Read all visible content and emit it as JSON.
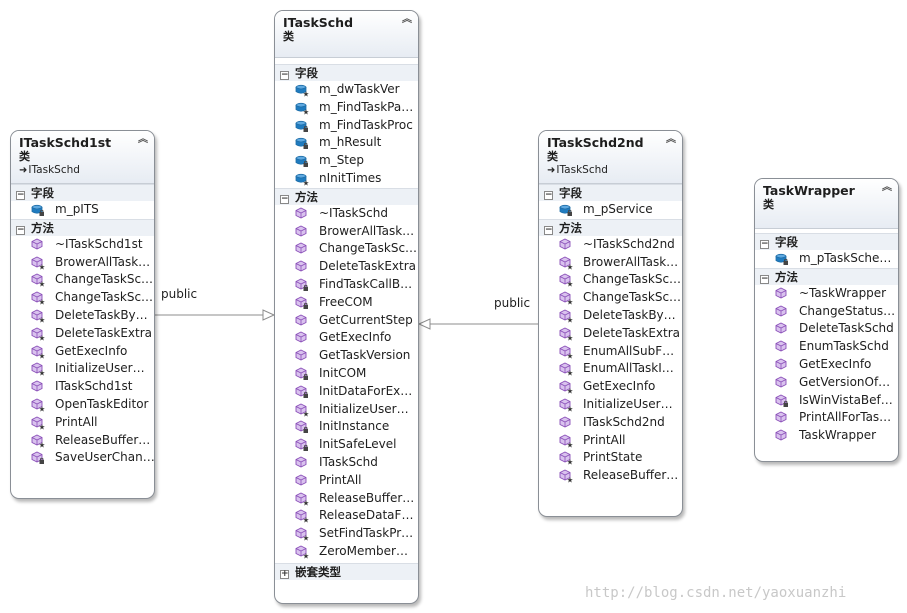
{
  "colors": {
    "border": "#8a8f96",
    "header_bg": "#e7ecf3",
    "field_icon": "#1f7bbf",
    "method_icon": "#9a5fc4",
    "edge": "#8c8c8c"
  },
  "classes": [
    {
      "name": "ITaskSchd1st",
      "kind": "类",
      "base": "ITaskSchd",
      "sections": [
        {
          "label": "字段",
          "items": [
            {
              "text": "m_pITS",
              "icon": "field-private"
            }
          ]
        },
        {
          "label": "方法",
          "items": [
            {
              "text": "~ITaskSchd1st",
              "icon": "method"
            },
            {
              "text": "BrowerAllTask…",
              "icon": "method-protected"
            },
            {
              "text": "ChangeTaskSc…",
              "icon": "method-protected"
            },
            {
              "text": "ChangeTaskSc…",
              "icon": "method-protected"
            },
            {
              "text": "DeleteTaskBy…",
              "icon": "method-protected"
            },
            {
              "text": "DeleteTaskExtra",
              "icon": "method-protected"
            },
            {
              "text": "GetExecInfo",
              "icon": "method-protected"
            },
            {
              "text": "InitializeUser…",
              "icon": "method-protected"
            },
            {
              "text": "ITaskSchd1st",
              "icon": "method"
            },
            {
              "text": "OpenTaskEditor",
              "icon": "method-protected"
            },
            {
              "text": "PrintAll",
              "icon": "method-protected"
            },
            {
              "text": "ReleaseBuffer…",
              "icon": "method-protected"
            },
            {
              "text": "SaveUserChan…",
              "icon": "method-private"
            }
          ]
        }
      ]
    },
    {
      "name": "ITaskSchd",
      "kind": "类",
      "base": "",
      "sections": [
        {
          "label": "字段",
          "items": [
            {
              "text": "m_dwTaskVer",
              "icon": "field-protected"
            },
            {
              "text": "m_FindTaskPa…",
              "icon": "field-protected"
            },
            {
              "text": "m_FindTaskProc",
              "icon": "field-private"
            },
            {
              "text": "m_hResult",
              "icon": "field-private"
            },
            {
              "text": "m_Step",
              "icon": "field-private"
            },
            {
              "text": "nInitTimes",
              "icon": "field-protected"
            }
          ]
        },
        {
          "label": "方法",
          "items": [
            {
              "text": "~ITaskSchd",
              "icon": "method"
            },
            {
              "text": "BrowerAllTask…",
              "icon": "method"
            },
            {
              "text": "ChangeTaskSc…",
              "icon": "method"
            },
            {
              "text": "DeleteTaskExtra",
              "icon": "method"
            },
            {
              "text": "FindTaskCallB…",
              "icon": "method-private"
            },
            {
              "text": "FreeCOM",
              "icon": "method-private"
            },
            {
              "text": "GetCurrentStep",
              "icon": "method"
            },
            {
              "text": "GetExecInfo",
              "icon": "method"
            },
            {
              "text": "GetTaskVersion",
              "icon": "method"
            },
            {
              "text": "InitCOM",
              "icon": "method-private"
            },
            {
              "text": "InitDataForEx…",
              "icon": "method-private"
            },
            {
              "text": "InitializeUser…",
              "icon": "method-protected"
            },
            {
              "text": "InitInstance",
              "icon": "method-private"
            },
            {
              "text": "InitSafeLevel",
              "icon": "method-private"
            },
            {
              "text": "ITaskSchd",
              "icon": "method"
            },
            {
              "text": "PrintAll",
              "icon": "method"
            },
            {
              "text": "ReleaseBuffer…",
              "icon": "method-protected"
            },
            {
              "text": "ReleaseDataF…",
              "icon": "method-protected"
            },
            {
              "text": "SetFindTaskPr…",
              "icon": "method-protected"
            },
            {
              "text": "ZeroMember…",
              "icon": "method-protected"
            }
          ]
        }
      ],
      "nested_label": "嵌套类型"
    },
    {
      "name": "ITaskSchd2nd",
      "kind": "类",
      "base": "ITaskSchd",
      "sections": [
        {
          "label": "字段",
          "items": [
            {
              "text": "m_pService",
              "icon": "field-private"
            }
          ]
        },
        {
          "label": "方法",
          "items": [
            {
              "text": "~ITaskSchd2nd",
              "icon": "method"
            },
            {
              "text": "BrowerAllTask…",
              "icon": "method-protected"
            },
            {
              "text": "ChangeTaskSc…",
              "icon": "method-protected"
            },
            {
              "text": "ChangeTaskSc…",
              "icon": "method-protected"
            },
            {
              "text": "DeleteTaskBy…",
              "icon": "method-protected"
            },
            {
              "text": "DeleteTaskExtra",
              "icon": "method-protected"
            },
            {
              "text": "EnumAllSubF…",
              "icon": "method-protected"
            },
            {
              "text": "EnumAllTaskI…",
              "icon": "method-protected"
            },
            {
              "text": "GetExecInfo",
              "icon": "method-protected"
            },
            {
              "text": "InitializeUser…",
              "icon": "method-protected"
            },
            {
              "text": "ITaskSchd2nd",
              "icon": "method"
            },
            {
              "text": "PrintAll",
              "icon": "method-protected"
            },
            {
              "text": "PrintState",
              "icon": "method-protected"
            },
            {
              "text": "ReleaseBuffer…",
              "icon": "method-protected"
            }
          ]
        }
      ]
    },
    {
      "name": "TaskWrapper",
      "kind": "类",
      "base": "",
      "sections": [
        {
          "label": "字段",
          "items": [
            {
              "text": "m_pTaskSche…",
              "icon": "field-private"
            }
          ]
        },
        {
          "label": "方法",
          "items": [
            {
              "text": "~TaskWrapper",
              "icon": "method"
            },
            {
              "text": "ChangeStatus…",
              "icon": "method"
            },
            {
              "text": "DeleteTaskSchd",
              "icon": "method"
            },
            {
              "text": "EnumTaskSchd",
              "icon": "method"
            },
            {
              "text": "GetExecInfo",
              "icon": "method"
            },
            {
              "text": "GetVersionOf…",
              "icon": "method"
            },
            {
              "text": "IsWinVistaBef…",
              "icon": "method-private"
            },
            {
              "text": "PrintAllForTas…",
              "icon": "method"
            },
            {
              "text": "TaskWrapper",
              "icon": "method"
            }
          ]
        }
      ]
    }
  ],
  "edges": [
    {
      "from": "ITaskSchd1st",
      "to": "ITaskSchd",
      "label": "public"
    },
    {
      "from": "ITaskSchd2nd",
      "to": "ITaskSchd",
      "label": "public"
    }
  ],
  "watermark": "http://blog.csdn.net/yaoxuanzhi"
}
